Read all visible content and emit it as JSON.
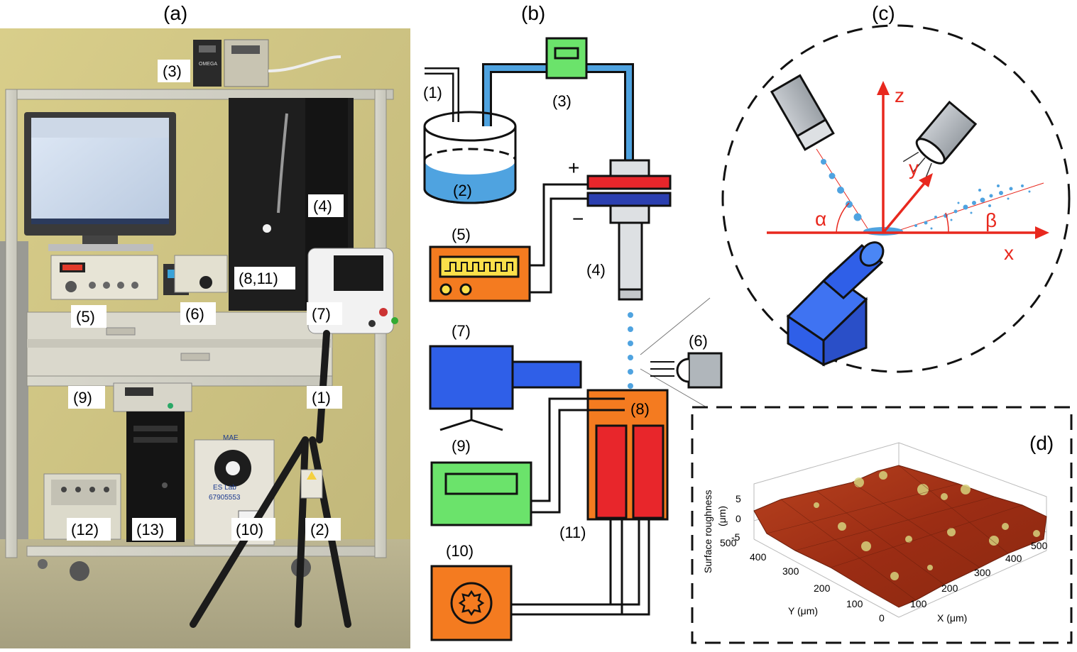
{
  "panels": {
    "a": "(a)",
    "b": "(b)",
    "c": "(c)",
    "d": "(d)"
  },
  "photo_labels": {
    "l3": "(3)",
    "l4": "(4)",
    "l8_11": "(8,11)",
    "l5": "(5)",
    "l6": "(6)",
    "l7": "(7)",
    "l9": "(9)",
    "l1": "(1)",
    "l12": "(12)",
    "l13": "(13)",
    "l10": "(10)",
    "l2": "(2)"
  },
  "photo_device_text": {
    "lab_sign_1": "MAE",
    "lab_sign_2": "ES Lab",
    "lab_sign_3": "67905553",
    "brand": "OMEGA"
  },
  "schematic_labels": {
    "l1": "(1)",
    "l2": "(2)",
    "l3": "(3)",
    "l4": "(4)",
    "l5": "(5)",
    "l6": "(6)",
    "l7": "(7)",
    "l8": "(8)",
    "l9": "(9)",
    "l10": "(10)",
    "l11": "(11)",
    "plus": "+",
    "minus": "−"
  },
  "axes_c": {
    "x": "x",
    "y": "y",
    "z": "z",
    "alpha": "α",
    "beta": "β"
  },
  "surface_d": {
    "zlabel": "Surface roughness",
    "zunit": "(μm)",
    "xlabel": "X (μm)",
    "ylabel": "Y (μm)",
    "zticks": [
      "5",
      "0",
      "-5"
    ],
    "xticks": [
      "100",
      "200",
      "300",
      "400",
      "500"
    ],
    "yticks": [
      "0",
      "100",
      "200",
      "300",
      "400",
      "500"
    ]
  },
  "colors": {
    "blue_pipe": "#4fa3e0",
    "red_electrode": "#e8262b",
    "blue_electrode": "#2b3fb0",
    "orange_device": "#f47b20",
    "green_device": "#6be36b",
    "blue_device": "#2f5fe8",
    "axis_red": "#e8281e",
    "surface": "#a8331a"
  }
}
